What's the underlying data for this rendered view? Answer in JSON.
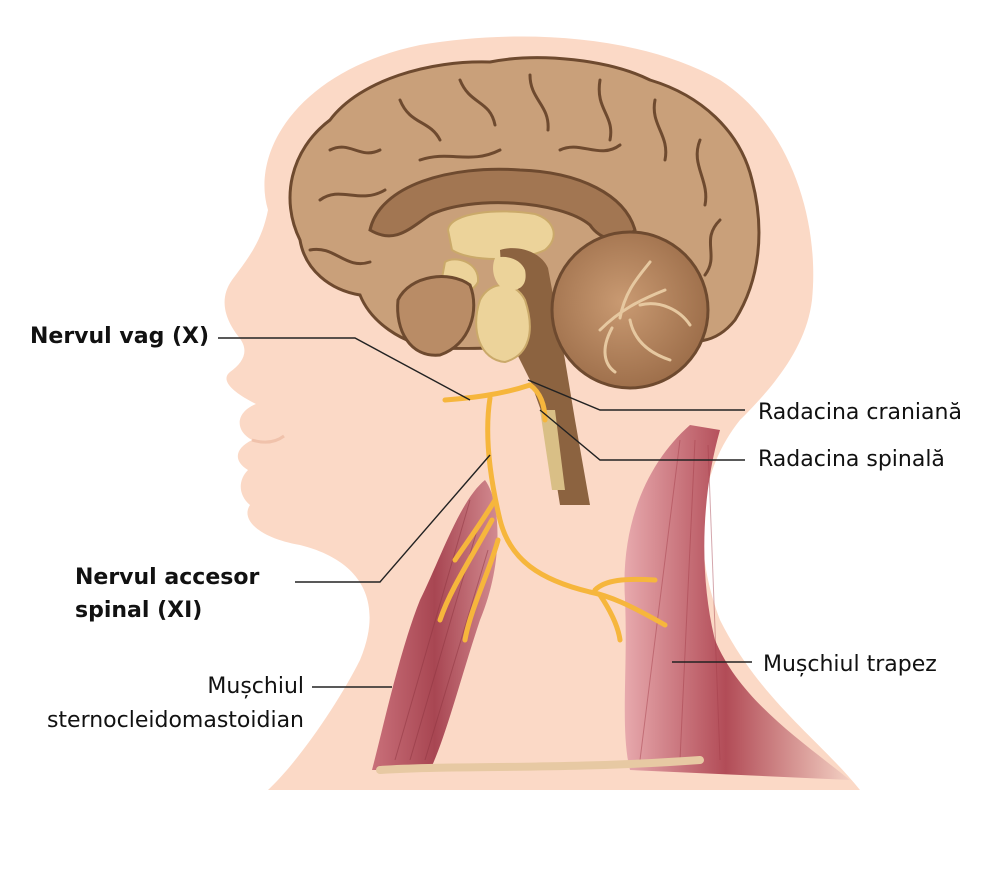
{
  "labels": {
    "vagus_nerve": "Nervul vag (X)",
    "cranial_root": "Radacina craniană",
    "spinal_root": "Radacina spinală",
    "accessory_nerve_line1": "Nervul accesor",
    "accessory_nerve_line2": "spinal (XI)",
    "trapezius": "Mușchiul trapez",
    "scm_line1": "Mușchiul",
    "scm_line2": "sternocleidomastoidian"
  },
  "colors": {
    "skin": "#fbd9c6",
    "brain": "#c9a07a",
    "brain_sulcus": "#6e4a2f",
    "brainstem": "#8c6340",
    "deep_structures": "#ecd39a",
    "nerve": "#f6b63c",
    "muscle": "#b8555e",
    "leader_line": "#222222"
  }
}
